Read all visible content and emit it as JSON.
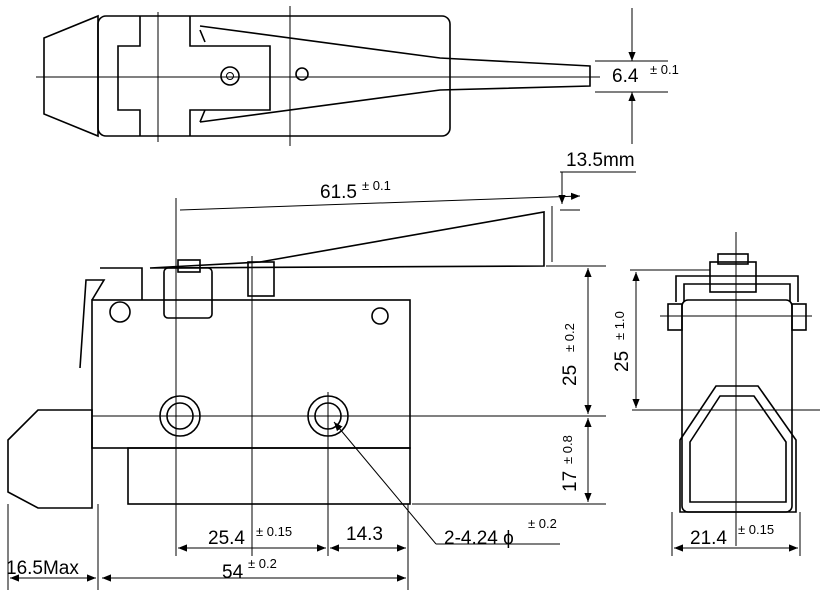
{
  "dimensions": {
    "width_6_4": {
      "value": "6.4",
      "tol": "± 0.1"
    },
    "offset_13_5": {
      "value": "13.5mm"
    },
    "lever_61_5": {
      "value": "61.5",
      "tol": "± 0.1"
    },
    "height_25": {
      "value": "25",
      "tol": "± 0.2"
    },
    "height_17": {
      "value": "17",
      "tol": "± 0.8"
    },
    "height_25_side": {
      "value": "25",
      "tol": "± 1.0"
    },
    "width_21_4": {
      "value": "21.4",
      "tol": "± 0.15"
    },
    "hole_spacing_25_4": {
      "value": "25.4",
      "tol": "± 0.15"
    },
    "hole_offset_14_3": {
      "value": "14.3"
    },
    "holes_2_4_24": {
      "value": "2-4.24 ϕ",
      "tol": "± 0.2"
    },
    "length_54": {
      "value": "54",
      "tol": "± 0.2"
    },
    "plunger_16_5": {
      "value": "16.5Max"
    }
  }
}
